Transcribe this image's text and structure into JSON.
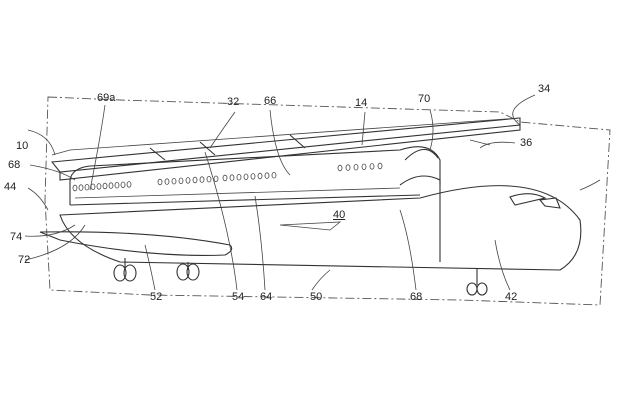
{
  "figure": {
    "labels": {
      "l32": "32",
      "l66": "66",
      "l14": "14",
      "l70": "70",
      "l34": "34",
      "l69a": "69a",
      "l10": "10",
      "l68a": "68",
      "l44": "44",
      "l36": "36",
      "l40": "40",
      "l74": "74",
      "l72": "72",
      "l52": "52",
      "l54": "54",
      "l64": "64",
      "l50": "50",
      "l68b": "68",
      "l42": "42"
    }
  }
}
